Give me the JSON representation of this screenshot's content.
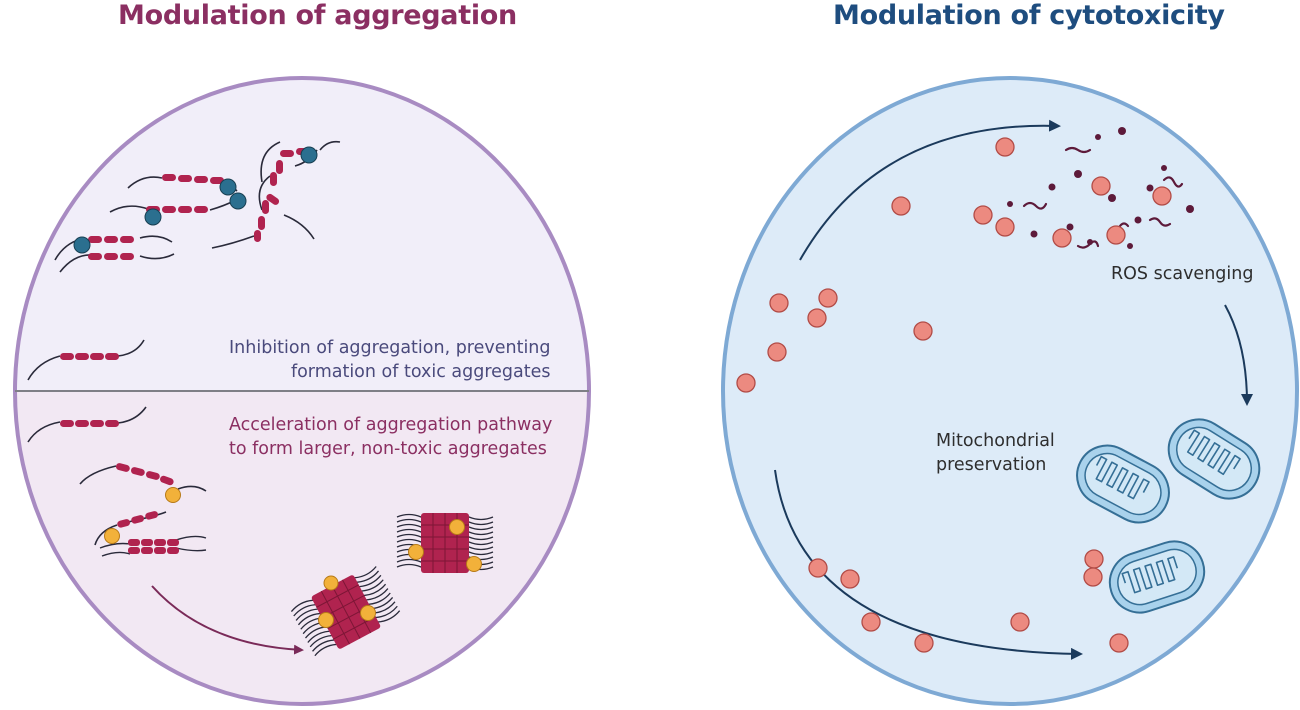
{
  "left_panel": {
    "title": "Modulation of aggregation",
    "inhibition_line1": "Inhibition of aggregation, preventing",
    "inhibition_line2": "formation of toxic aggregates",
    "acceleration_line1": "Acceleration of aggregation pathway",
    "acceleration_line2": "to form larger, non-toxic aggregates"
  },
  "right_panel": {
    "title": "Modulation of cytotoxicity",
    "ros_label": "ROS scavenging",
    "mito_line1": "Mitochondrial",
    "mito_line2": "preservation"
  },
  "colors": {
    "aggregation_accent": "#8b2f62",
    "cytotoxicity_accent": "#1e4d7f",
    "protein_segment": "#b0234f",
    "blue_compound": "#2b6f8f",
    "yellow_compound": "#f2b13a",
    "nanoparticle": "#ec8a80",
    "mitochondrion": "#a9d2ec"
  }
}
